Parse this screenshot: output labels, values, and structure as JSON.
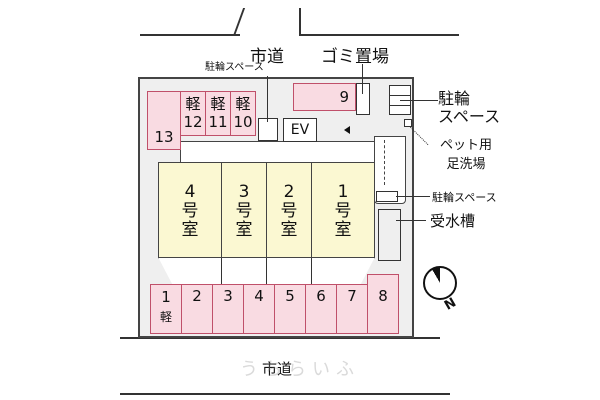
{
  "roads": {
    "top": "市道",
    "bottom": "市道"
  },
  "labels": {
    "garbage": "ゴミ置場",
    "bike_top": "駐輪スペース",
    "bike_right_1": "駐輪",
    "bike_right_2": "スペース",
    "pet_1": "ペット用",
    "pet_2": "足洗場",
    "bike_mid": "駐輪スペース",
    "water_tank": "受水槽",
    "ev": "EV",
    "compass": "N"
  },
  "parking_top": [
    {
      "num": "13"
    },
    {
      "kei": "軽",
      "num": "12"
    },
    {
      "kei": "軽",
      "num": "11"
    },
    {
      "kei": "軽",
      "num": "10"
    },
    {
      "num": "9"
    }
  ],
  "units": [
    {
      "num": "4",
      "suffix1": "号",
      "suffix2": "室"
    },
    {
      "num": "3",
      "suffix1": "号",
      "suffix2": "室"
    },
    {
      "num": "2",
      "suffix1": "号",
      "suffix2": "室"
    },
    {
      "num": "1",
      "suffix1": "号",
      "suffix2": "室"
    }
  ],
  "parking_bottom": [
    {
      "num": "1",
      "kei": "軽"
    },
    {
      "num": "2"
    },
    {
      "num": "3"
    },
    {
      "num": "4"
    },
    {
      "num": "5"
    },
    {
      "num": "6"
    },
    {
      "num": "7"
    },
    {
      "num": "8"
    }
  ],
  "watermark": "うちらいふ"
}
